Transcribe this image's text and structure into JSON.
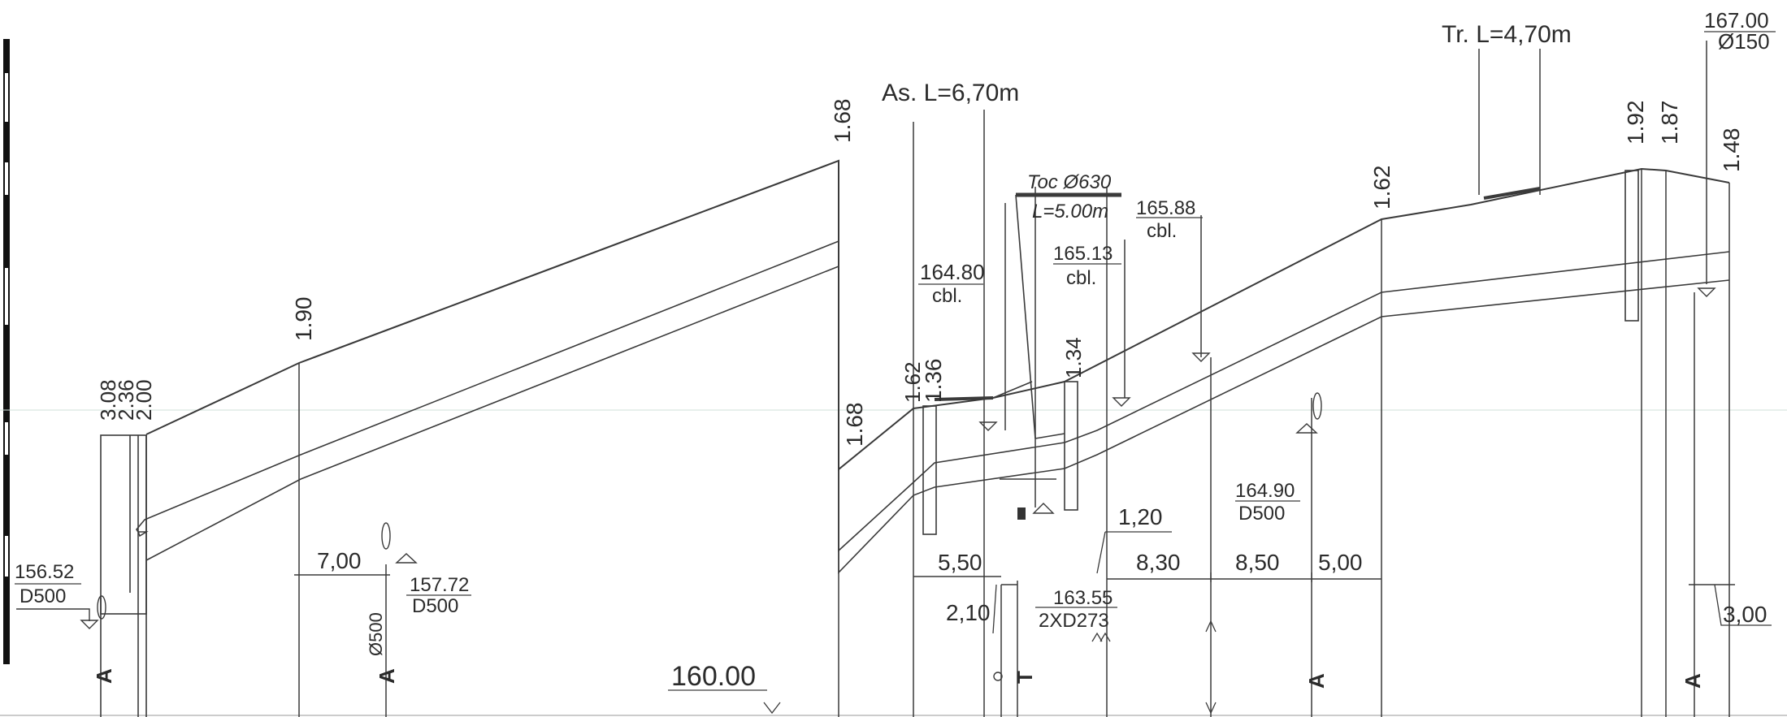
{
  "title": "",
  "labels": {
    "sewer_left": {
      "elev": "156.52",
      "pipe": "D500"
    },
    "sewer_mid": {
      "elev": "157.72",
      "pipe": "D500",
      "pipe_vertical": "Ø500",
      "dist": "7,00"
    },
    "heights_left": [
      "3.08",
      "2.36",
      "2.00"
    ],
    "h_190": "1.90",
    "h_168_top": "1.68",
    "h_168_mid": "1.68",
    "asphalt": "As. L=6,70m",
    "h_162_left": "1.62",
    "h_136": "1.36",
    "cable_1": {
      "elev": "164.80",
      "note": "cbl."
    },
    "steel_pipe": {
      "title": "Toc Ø630",
      "length": "L=5.00m"
    },
    "cable_2": {
      "elev": "165.13",
      "note": "cbl."
    },
    "cable_3": {
      "elev": "165.88",
      "note": "cbl."
    },
    "h_134": "1.34",
    "h_120": "1,20",
    "h_162_right": "1.62",
    "sidewalk": "Tr. L=4,70m",
    "h_192": "1.92",
    "h_187": "1.87",
    "h_148": "1.48",
    "top_right": {
      "elev": "167.00",
      "pipe": "Ø150"
    },
    "sewer_right": {
      "elev": "164.90",
      "pipe": "D500"
    },
    "gas": {
      "elev": "163.55",
      "pipe": "2XD273"
    },
    "dims": {
      "d550": "5,50",
      "d210": "2,10",
      "d830": "8,30",
      "d850": "8,50",
      "d500": "5,00",
      "d300": "3,00"
    },
    "ref_elev": "160.00",
    "line_codes": {
      "a1": "A",
      "a2": "A",
      "t": "T",
      "a3": "A",
      "a4": "A"
    }
  }
}
